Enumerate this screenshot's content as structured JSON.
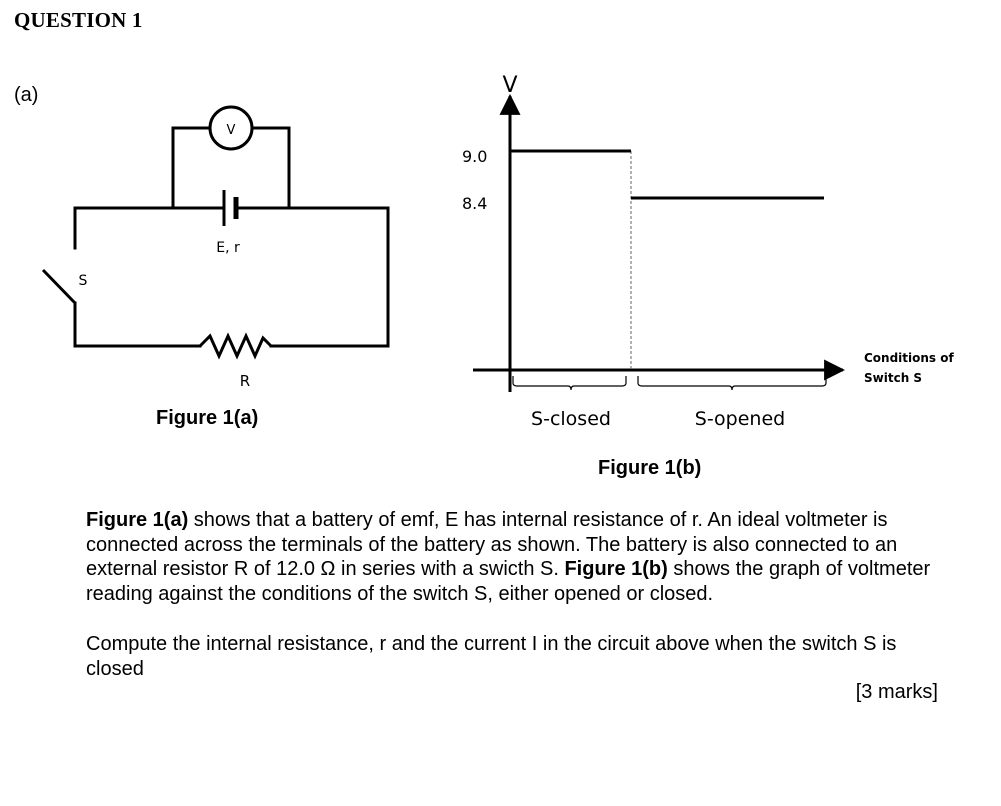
{
  "header": {
    "question_title": "QUESTION 1",
    "part_label": "(a)"
  },
  "figure_a": {
    "caption": "Figure 1(a)",
    "voltmeter_label": "V",
    "battery_label": "E, r",
    "switch_label": "S",
    "resistor_label": "R"
  },
  "figure_b": {
    "caption": "Figure 1(b)",
    "y_axis_label": "V",
    "x_axis_label_line1": "Conditions of",
    "x_axis_label_line2": "Switch S",
    "tick_label_high": "9.0",
    "tick_label_low": "8.4",
    "brace_label_closed": "S-closed",
    "brace_label_opened": "S-opened"
  },
  "chart_data": {
    "type": "line",
    "title": "",
    "xlabel": "Conditions of Switch S",
    "ylabel": "V",
    "categories": [
      "S-closed",
      "S-opened"
    ],
    "series": [
      {
        "values": [
          9.0,
          8.4
        ]
      }
    ],
    "yticks": [
      9.0,
      8.4
    ],
    "grid": false
  },
  "text": {
    "p1_fig_a": "Figure 1(a)",
    "p1_part1": " shows that a battery of emf, E has internal resistance of r. An ideal voltmeter is connected across the terminals of the battery as shown. The battery is also connected to an external resistor R of 12.0 Ω in series with a swicth S. ",
    "p1_fig_b": "Figure 1(b)",
    "p1_part2": " shows the graph of voltmeter reading against the conditions of the switch S, either opened or closed.",
    "p2": "Compute the internal resistance, r and the current I in the circuit above when the switch S is closed",
    "marks": "[3 marks]"
  }
}
